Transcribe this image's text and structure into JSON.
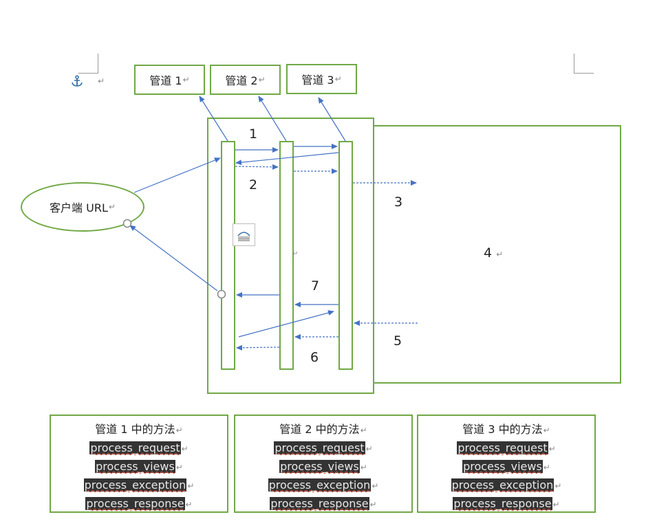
{
  "pipes": [
    {
      "label": "管道 1"
    },
    {
      "label": "管道 2"
    },
    {
      "label": "管道 3"
    }
  ],
  "client": {
    "label": "客户端 URL"
  },
  "steps": {
    "s1": "1",
    "s2": "2",
    "s3": "3",
    "s4": "4",
    "s5": "5",
    "s6": "6",
    "s7": "7"
  },
  "para_mark": "↵",
  "methods": [
    {
      "title": "管道 1 中的方法",
      "items": [
        "process_request",
        "process_views",
        "process_exception",
        "process_response"
      ]
    },
    {
      "title": "管道 2 中的方法",
      "items": [
        "process_request",
        "process_views",
        "process_exception",
        "process_response"
      ]
    },
    {
      "title": "管道 3 中的方法",
      "items": [
        "process_request",
        "process_views",
        "process_exception",
        "process_response"
      ]
    }
  ],
  "colors": {
    "border": "#70a845",
    "arrow": "#4472c4",
    "highlight_bg": "#333333"
  },
  "icons": {
    "anchor": "anchor-icon",
    "text_wrap": "text-wrap-icon"
  }
}
